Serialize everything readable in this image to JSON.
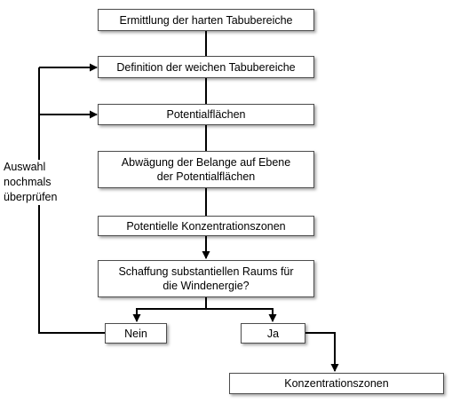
{
  "steps": {
    "hard_taboo": "Ermittlung der harten Tabubereiche",
    "soft_taboo": "Definition der weichen Tabubereiche",
    "potential_areas": "Potentialflächen",
    "weighing_line1": "Abwägung der Belange auf Ebene",
    "weighing_line2": "der Potentialflächen",
    "potential_zones": "Potentielle Konzentrationszonen",
    "question_line1": "Schaffung substantiellen Raums für",
    "question_line2": "die Windenergie?",
    "no": "Nein",
    "yes": "Ja",
    "result": "Konzentrationszonen"
  },
  "loop_label": {
    "line1": "Auswahl",
    "line2": "nochmals",
    "line3": "überprüfen"
  }
}
